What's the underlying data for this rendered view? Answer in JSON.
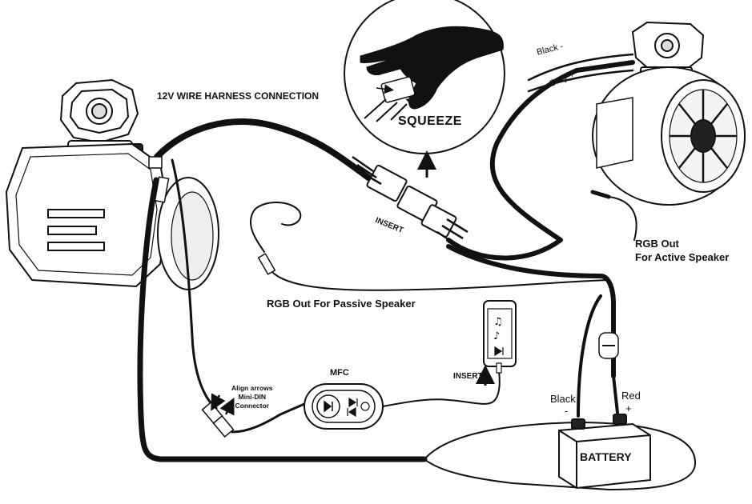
{
  "labels": {
    "harness": "12V WIRE HARNESS CONNECTION",
    "squeeze": "SQUEEZE",
    "insert_connector": "INSERT",
    "black_minus": "Black -",
    "gray_plus": "Gray +",
    "rgb_out_active_line1": "RGB Out",
    "rgb_out_active_line2": "For Active Speaker",
    "rgb_out_passive": "RGB Out For Passive Speaker",
    "mfc": "MFC",
    "insert_phone": "INSERT",
    "align_line1": "Align arrows",
    "align_line2": "Mini-DIN",
    "align_line3": "Connector",
    "black": "Black",
    "red": "Red",
    "minus": "-",
    "plus": "+",
    "battery": "BATTERY"
  },
  "icons": {
    "left_speaker": "passive-speaker-icon",
    "right_speaker": "active-speaker-icon",
    "hand": "hand-icon",
    "phone": "smartphone-icon",
    "controller": "mfc-controller-icon",
    "battery": "battery-icon",
    "fuse": "fuse-icon"
  },
  "colors": {
    "ink": "#111111",
    "paper": "#ffffff"
  }
}
